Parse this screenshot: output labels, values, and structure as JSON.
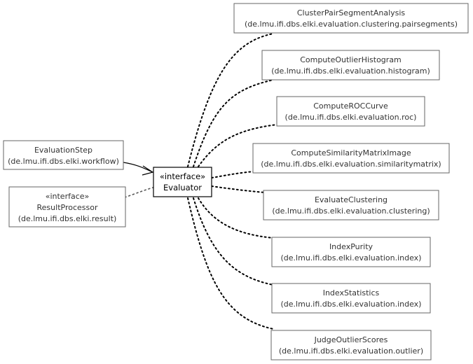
{
  "boxes": {
    "evaluator": {
      "stereotype": "«interface»",
      "name": "Evaluator"
    },
    "evaluation_step": {
      "name": "EvaluationStep",
      "package": "(de.lmu.ifi.dbs.elki.workflow)"
    },
    "result_processor": {
      "stereotype": "«interface»",
      "name": "ResultProcessor",
      "package": "(de.lmu.ifi.dbs.elki.result)"
    },
    "cluster_pair_segment_analysis": {
      "name": "ClusterPairSegmentAnalysis",
      "package": "(de.lmu.ifi.dbs.elki.evaluation.clustering.pairsegments)"
    },
    "compute_outlier_histogram": {
      "name": "ComputeOutlierHistogram",
      "package": "(de.lmu.ifi.dbs.elki.evaluation.histogram)"
    },
    "compute_roc_curve": {
      "name": "ComputeROCCurve",
      "package": "(de.lmu.ifi.dbs.elki.evaluation.roc)"
    },
    "compute_similarity_matrix_image": {
      "name": "ComputeSimilarityMatrixImage",
      "package": "(de.lmu.ifi.dbs.elki.evaluation.similaritymatrix)"
    },
    "evaluate_clustering": {
      "name": "EvaluateClustering",
      "package": "(de.lmu.ifi.dbs.elki.evaluation.clustering)"
    },
    "index_purity": {
      "name": "IndexPurity",
      "package": "(de.lmu.ifi.dbs.elki.evaluation.index)"
    },
    "index_statistics": {
      "name": "IndexStatistics",
      "package": "(de.lmu.ifi.dbs.elki.evaluation.index)"
    },
    "judge_outlier_scores": {
      "name": "JudgeOutlierScores",
      "package": "(de.lmu.ifi.dbs.elki.evaluation.outlier)"
    }
  }
}
